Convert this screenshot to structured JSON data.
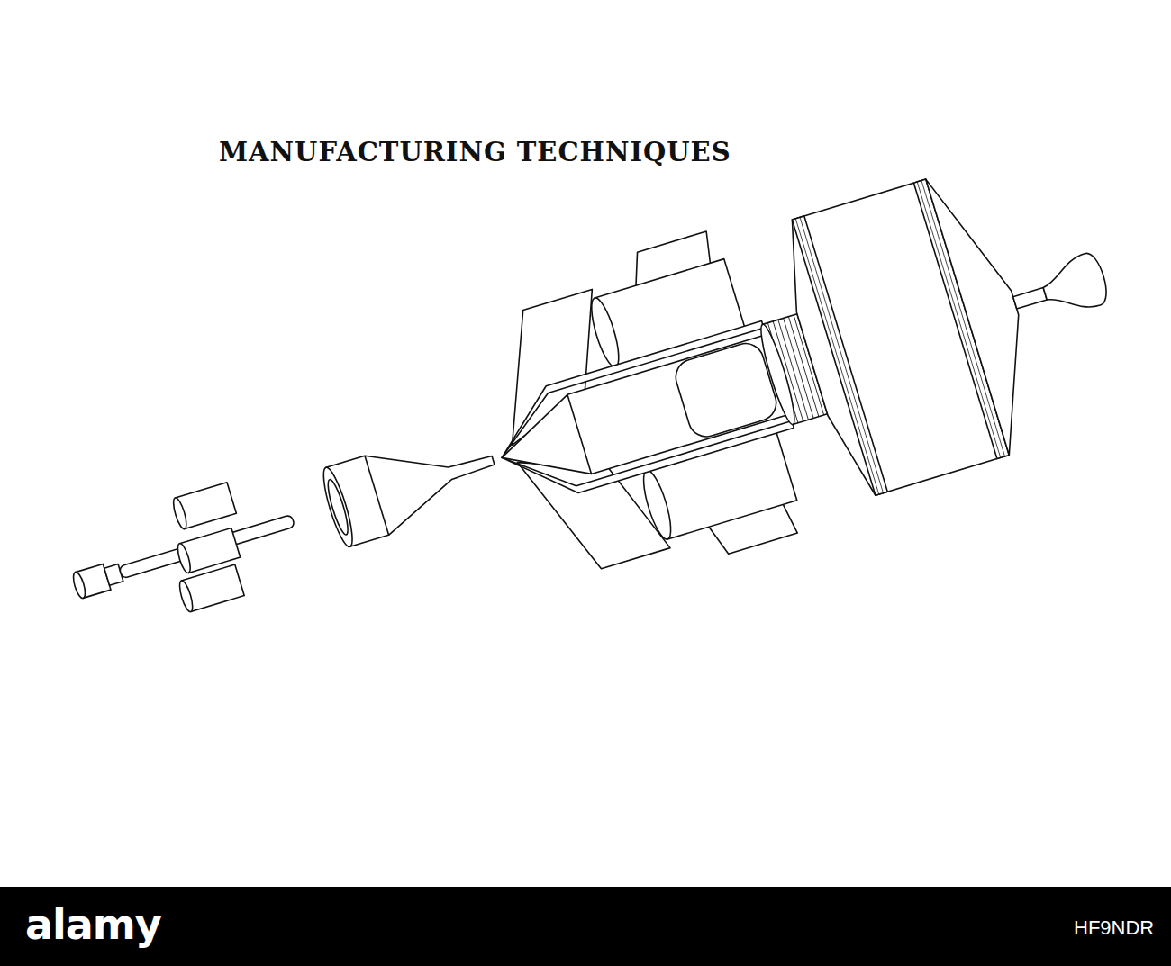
{
  "diagram": {
    "title": "MANUFACTURING TECHNIQUES",
    "labels": [
      "alamy",
      "HF9NDR"
    ]
  }
}
